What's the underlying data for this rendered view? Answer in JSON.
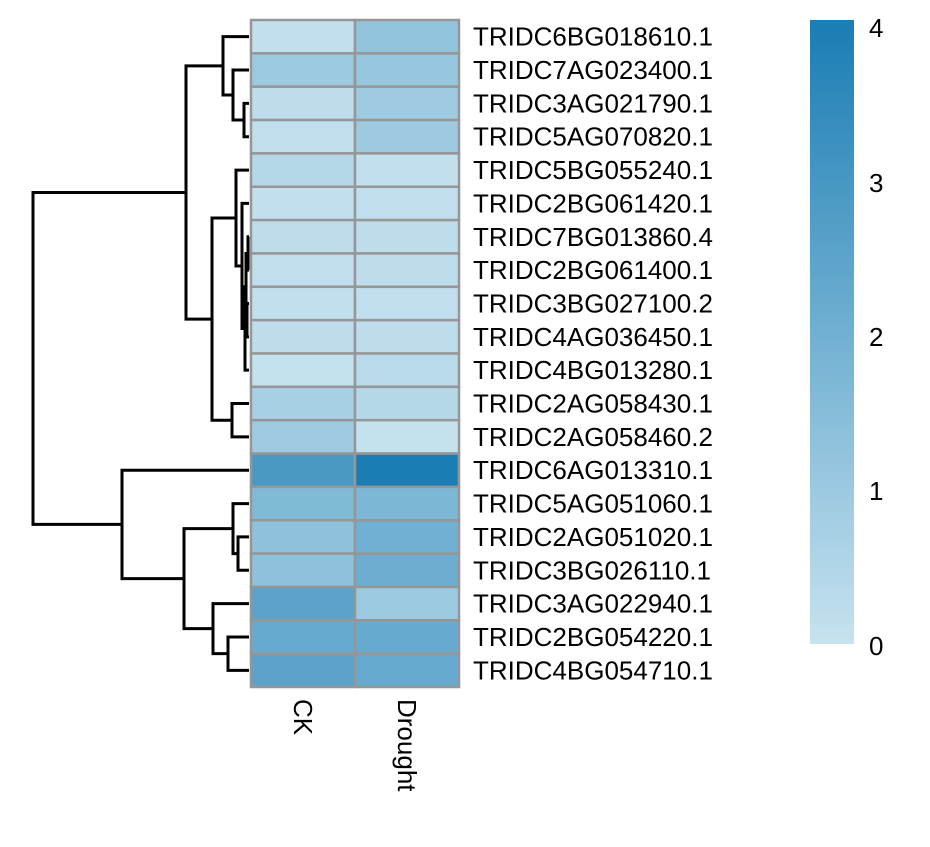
{
  "chart_data": {
    "type": "heatmap",
    "columns": [
      "CK",
      "Drought"
    ],
    "rows": [
      "TRIDC6BG018610.1",
      "TRIDC7AG023400.1",
      "TRIDC3AG021790.1",
      "TRIDC5AG070820.1",
      "TRIDC5BG055240.1",
      "TRIDC2BG061420.1",
      "TRIDC7BG013860.4",
      "TRIDC2BG061400.1",
      "TRIDC3BG027100.2",
      "TRIDC4AG036450.1",
      "TRIDC4BG013280.1",
      "TRIDC2AG058430.1",
      "TRIDC2AG058460.2",
      "TRIDC6AG013310.1",
      "TRIDC5AG051060.1",
      "TRIDC2AG051020.1",
      "TRIDC3BG026110.1",
      "TRIDC3AG022940.1",
      "TRIDC2BG054220.1",
      "TRIDC4BG054710.1"
    ],
    "values": [
      [
        0.1,
        1.2
      ],
      [
        1.0,
        1.1
      ],
      [
        0.2,
        0.9
      ],
      [
        0.15,
        0.95
      ],
      [
        0.4,
        0.1
      ],
      [
        0.1,
        0.15
      ],
      [
        0.2,
        0.2
      ],
      [
        0.15,
        0.2
      ],
      [
        0.1,
        0.15
      ],
      [
        0.2,
        0.2
      ],
      [
        0.05,
        0.3
      ],
      [
        0.7,
        0.4
      ],
      [
        0.9,
        0.05
      ],
      [
        2.9,
        4.0
      ],
      [
        1.6,
        1.7
      ],
      [
        1.3,
        2.0
      ],
      [
        1.3,
        2.1
      ],
      [
        2.5,
        1.0
      ],
      [
        2.2,
        2.2
      ],
      [
        2.5,
        2.2
      ]
    ],
    "color_scale": {
      "min": 0,
      "max": 4,
      "low_color": "#c6e2ef",
      "high_color": "#1a7db4",
      "ticks": [
        "0",
        "1",
        "2",
        "3",
        "4"
      ]
    },
    "cell_border_color": "#969696",
    "row_dendrogram": true,
    "legend_position": "right"
  }
}
